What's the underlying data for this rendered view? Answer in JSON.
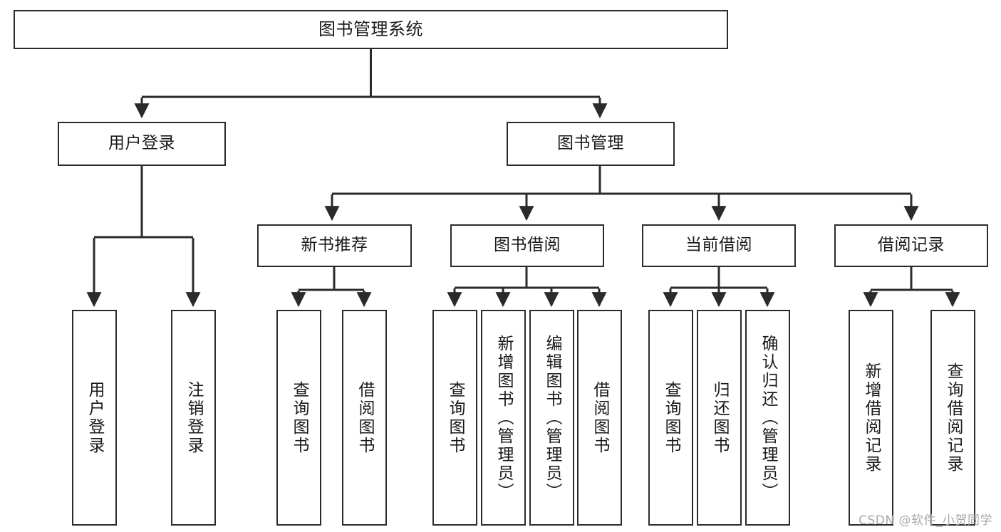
{
  "diagram": {
    "title": "图书管理系统",
    "watermark": "CSDN @软件_小贺同学",
    "line_color": "#2b2b2b",
    "box_fill": "#ffffff",
    "text_color": "#1a1a1a",
    "watermark_color": "#a9a9a9",
    "levels": {
      "root": "图书管理系统",
      "level2": [
        "用户登录",
        "图书管理"
      ],
      "level3": [
        "新书推荐",
        "图书借阅",
        "当前借阅",
        "借阅记录"
      ]
    },
    "nodes": {
      "root": {
        "label": "图书管理系统",
        "orientation": "horizontal"
      },
      "user_login": {
        "label": "用户登录",
        "orientation": "horizontal"
      },
      "book_manage": {
        "label": "图书管理",
        "orientation": "horizontal"
      },
      "new_book_rec": {
        "label": "新书推荐",
        "orientation": "horizontal"
      },
      "book_borrow": {
        "label": "图书借阅",
        "orientation": "horizontal"
      },
      "current_borrow": {
        "label": "当前借阅",
        "orientation": "horizontal"
      },
      "borrow_record": {
        "label": "借阅记录",
        "orientation": "horizontal"
      },
      "leaf_user_login": {
        "label": "用户登录",
        "orientation": "vertical"
      },
      "leaf_logout": {
        "label": "注销登录",
        "orientation": "vertical"
      },
      "leaf_query_book_1": {
        "label": "查询图书",
        "orientation": "vertical"
      },
      "leaf_borrow_book_1": {
        "label": "借阅图书",
        "orientation": "vertical"
      },
      "leaf_query_book_2": {
        "label": "查询图书",
        "orientation": "vertical"
      },
      "leaf_add_book": {
        "label": "新增图书（管理员）",
        "orientation": "vertical"
      },
      "leaf_edit_book": {
        "label": "编辑图书（管理员）",
        "orientation": "vertical"
      },
      "leaf_borrow_book_2": {
        "label": "借阅图书",
        "orientation": "vertical"
      },
      "leaf_query_book_3": {
        "label": "查询图书",
        "orientation": "vertical"
      },
      "leaf_return_book": {
        "label": "归还图书",
        "orientation": "vertical"
      },
      "leaf_confirm_return": {
        "label": "确认归还（管理员）",
        "orientation": "vertical"
      },
      "leaf_add_record": {
        "label": "新增借阅记录",
        "orientation": "vertical"
      },
      "leaf_query_record": {
        "label": "查询借阅记录",
        "orientation": "vertical"
      }
    },
    "edges": [
      {
        "from": "root",
        "to": "user_login"
      },
      {
        "from": "root",
        "to": "book_manage"
      },
      {
        "from": "user_login",
        "to": "leaf_user_login"
      },
      {
        "from": "user_login",
        "to": "leaf_logout"
      },
      {
        "from": "book_manage",
        "to": "new_book_rec"
      },
      {
        "from": "book_manage",
        "to": "book_borrow"
      },
      {
        "from": "book_manage",
        "to": "current_borrow"
      },
      {
        "from": "book_manage",
        "to": "borrow_record"
      },
      {
        "from": "new_book_rec",
        "to": "leaf_query_book_1"
      },
      {
        "from": "new_book_rec",
        "to": "leaf_borrow_book_1"
      },
      {
        "from": "book_borrow",
        "to": "leaf_query_book_2"
      },
      {
        "from": "book_borrow",
        "to": "leaf_add_book"
      },
      {
        "from": "book_borrow",
        "to": "leaf_edit_book"
      },
      {
        "from": "book_borrow",
        "to": "leaf_borrow_book_2"
      },
      {
        "from": "current_borrow",
        "to": "leaf_query_book_3"
      },
      {
        "from": "current_borrow",
        "to": "leaf_return_book"
      },
      {
        "from": "current_borrow",
        "to": "leaf_confirm_return"
      },
      {
        "from": "borrow_record",
        "to": "leaf_add_record"
      },
      {
        "from": "borrow_record",
        "to": "leaf_query_record"
      }
    ]
  }
}
